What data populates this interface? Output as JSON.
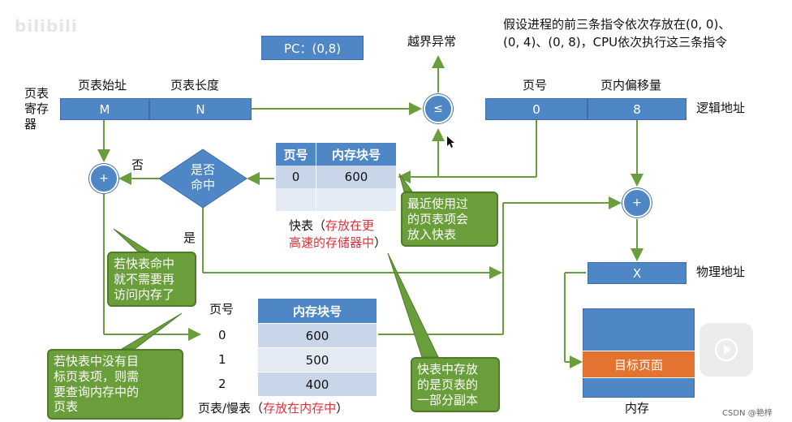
{
  "watermark": {
    "brand": "bilibili",
    "csdn": "CSDN @艳梓"
  },
  "pc": {
    "label": "PC：(0,8)"
  },
  "registers": {
    "side_label": "页表\n寄存\n器",
    "start_label": "页表始址",
    "length_label": "页表长度",
    "start_value": "M",
    "length_value": "N"
  },
  "compare": {
    "symbol": "≤",
    "overflow_label": "越界异常"
  },
  "logical": {
    "page_label": "页号",
    "offset_label": "页内偏移量",
    "page_value": "0",
    "offset_value": "8",
    "name": "逻辑地址"
  },
  "note_top": "假设进程的前三条指令依次存放在(0, 0)、(0, 4)、(0, 8)，CPU依次执行这三条指令",
  "decision": {
    "text": "是否\n命中",
    "no_label": "否",
    "yes_label": "是"
  },
  "plus": "+",
  "tlb": {
    "headers": [
      "页号",
      "内存块号"
    ],
    "rows": [
      [
        "0",
        "600"
      ],
      [
        "",
        ""
      ]
    ],
    "caption_prefix": "快表（",
    "caption_red": "存放在更\n高速的存储器中",
    "caption_suffix": "）"
  },
  "callouts": {
    "recent": "最近使用过\n的页表项会\n放入快表",
    "hit": "若快表命中\n就不需要再\n访问内存了",
    "miss": "若快表中没有目\n标页表项，则需\n要查询内存中的\n页表",
    "copy": "快表中存放\n的是页表的\n一部分副本"
  },
  "page_table": {
    "page_col_label": "页号",
    "block_col_label": "内存块号",
    "rows": [
      [
        "0",
        "600"
      ],
      [
        "1",
        "500"
      ],
      [
        "2",
        "400"
      ]
    ],
    "caption_prefix": "页表/慢表（",
    "caption_red": "存放在内存中",
    "caption_suffix": "）"
  },
  "physical": {
    "value": "X",
    "name": "物理地址"
  },
  "memory": {
    "target_label": "目标页面",
    "name": "内存"
  },
  "colors": {
    "blue": "#4f86c6",
    "green": "#6a9e3b",
    "orange": "#e4732f",
    "red": "#e0323b"
  }
}
